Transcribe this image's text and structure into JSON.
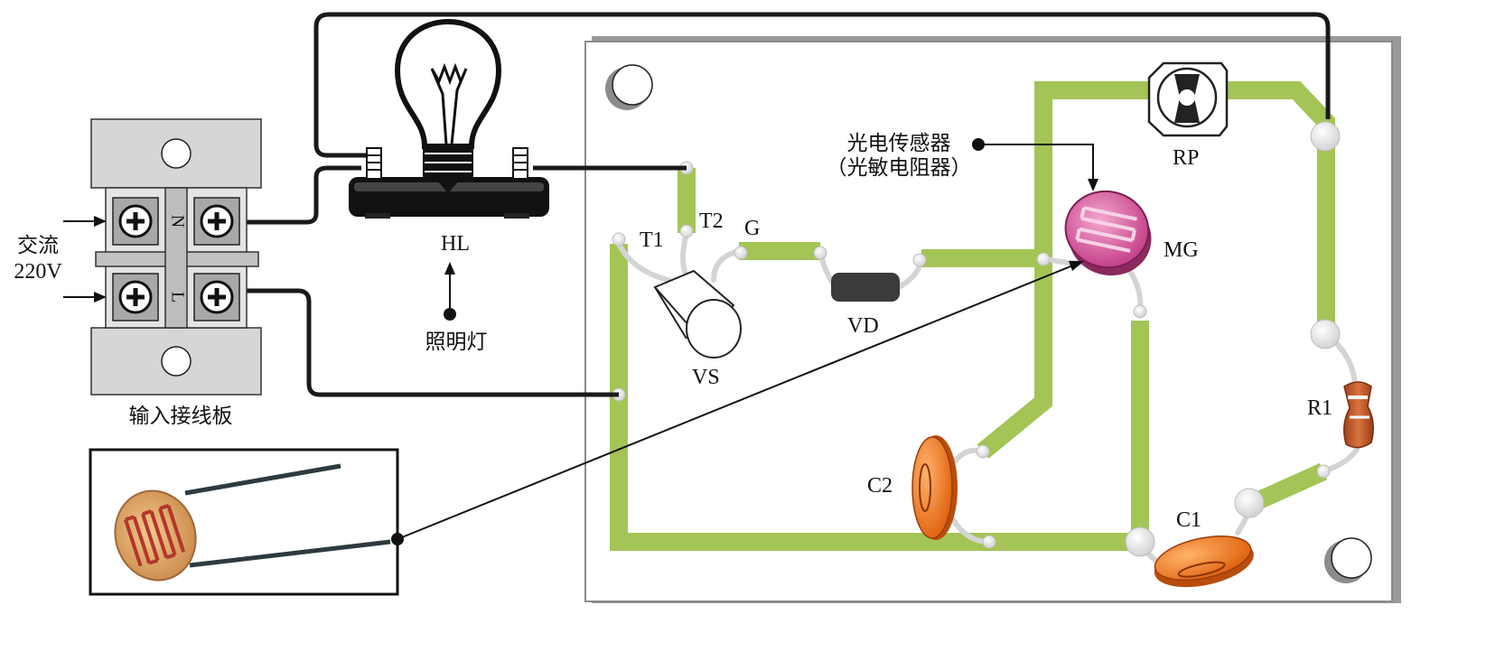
{
  "terminal_block": {
    "input_label_line1": "交流",
    "input_label_line2": "220V",
    "n_mark": "N",
    "l_mark": "L",
    "caption": "输入接线板"
  },
  "lamp": {
    "code": "HL",
    "caption": "照明灯"
  },
  "board": {
    "sensor_caption_line1": "光电传感器",
    "sensor_caption_line2": "（光敏电阻器）",
    "labels": {
      "t1": "T1",
      "t2": "T2",
      "g": "G",
      "vs": "VS",
      "vd": "VD",
      "rp": "RP",
      "mg": "MG",
      "r1": "R1",
      "c1": "C1",
      "c2": "C2"
    }
  },
  "colors": {
    "pcb_trace": "#a4c455",
    "wire": "#1a1a1a",
    "photoresistor": "#d6559c",
    "capacitor": "#f07a1e",
    "resistor": "#c4572b",
    "terminal_body": "#d6d6d6",
    "board_shadow": "#9a9a9a"
  }
}
